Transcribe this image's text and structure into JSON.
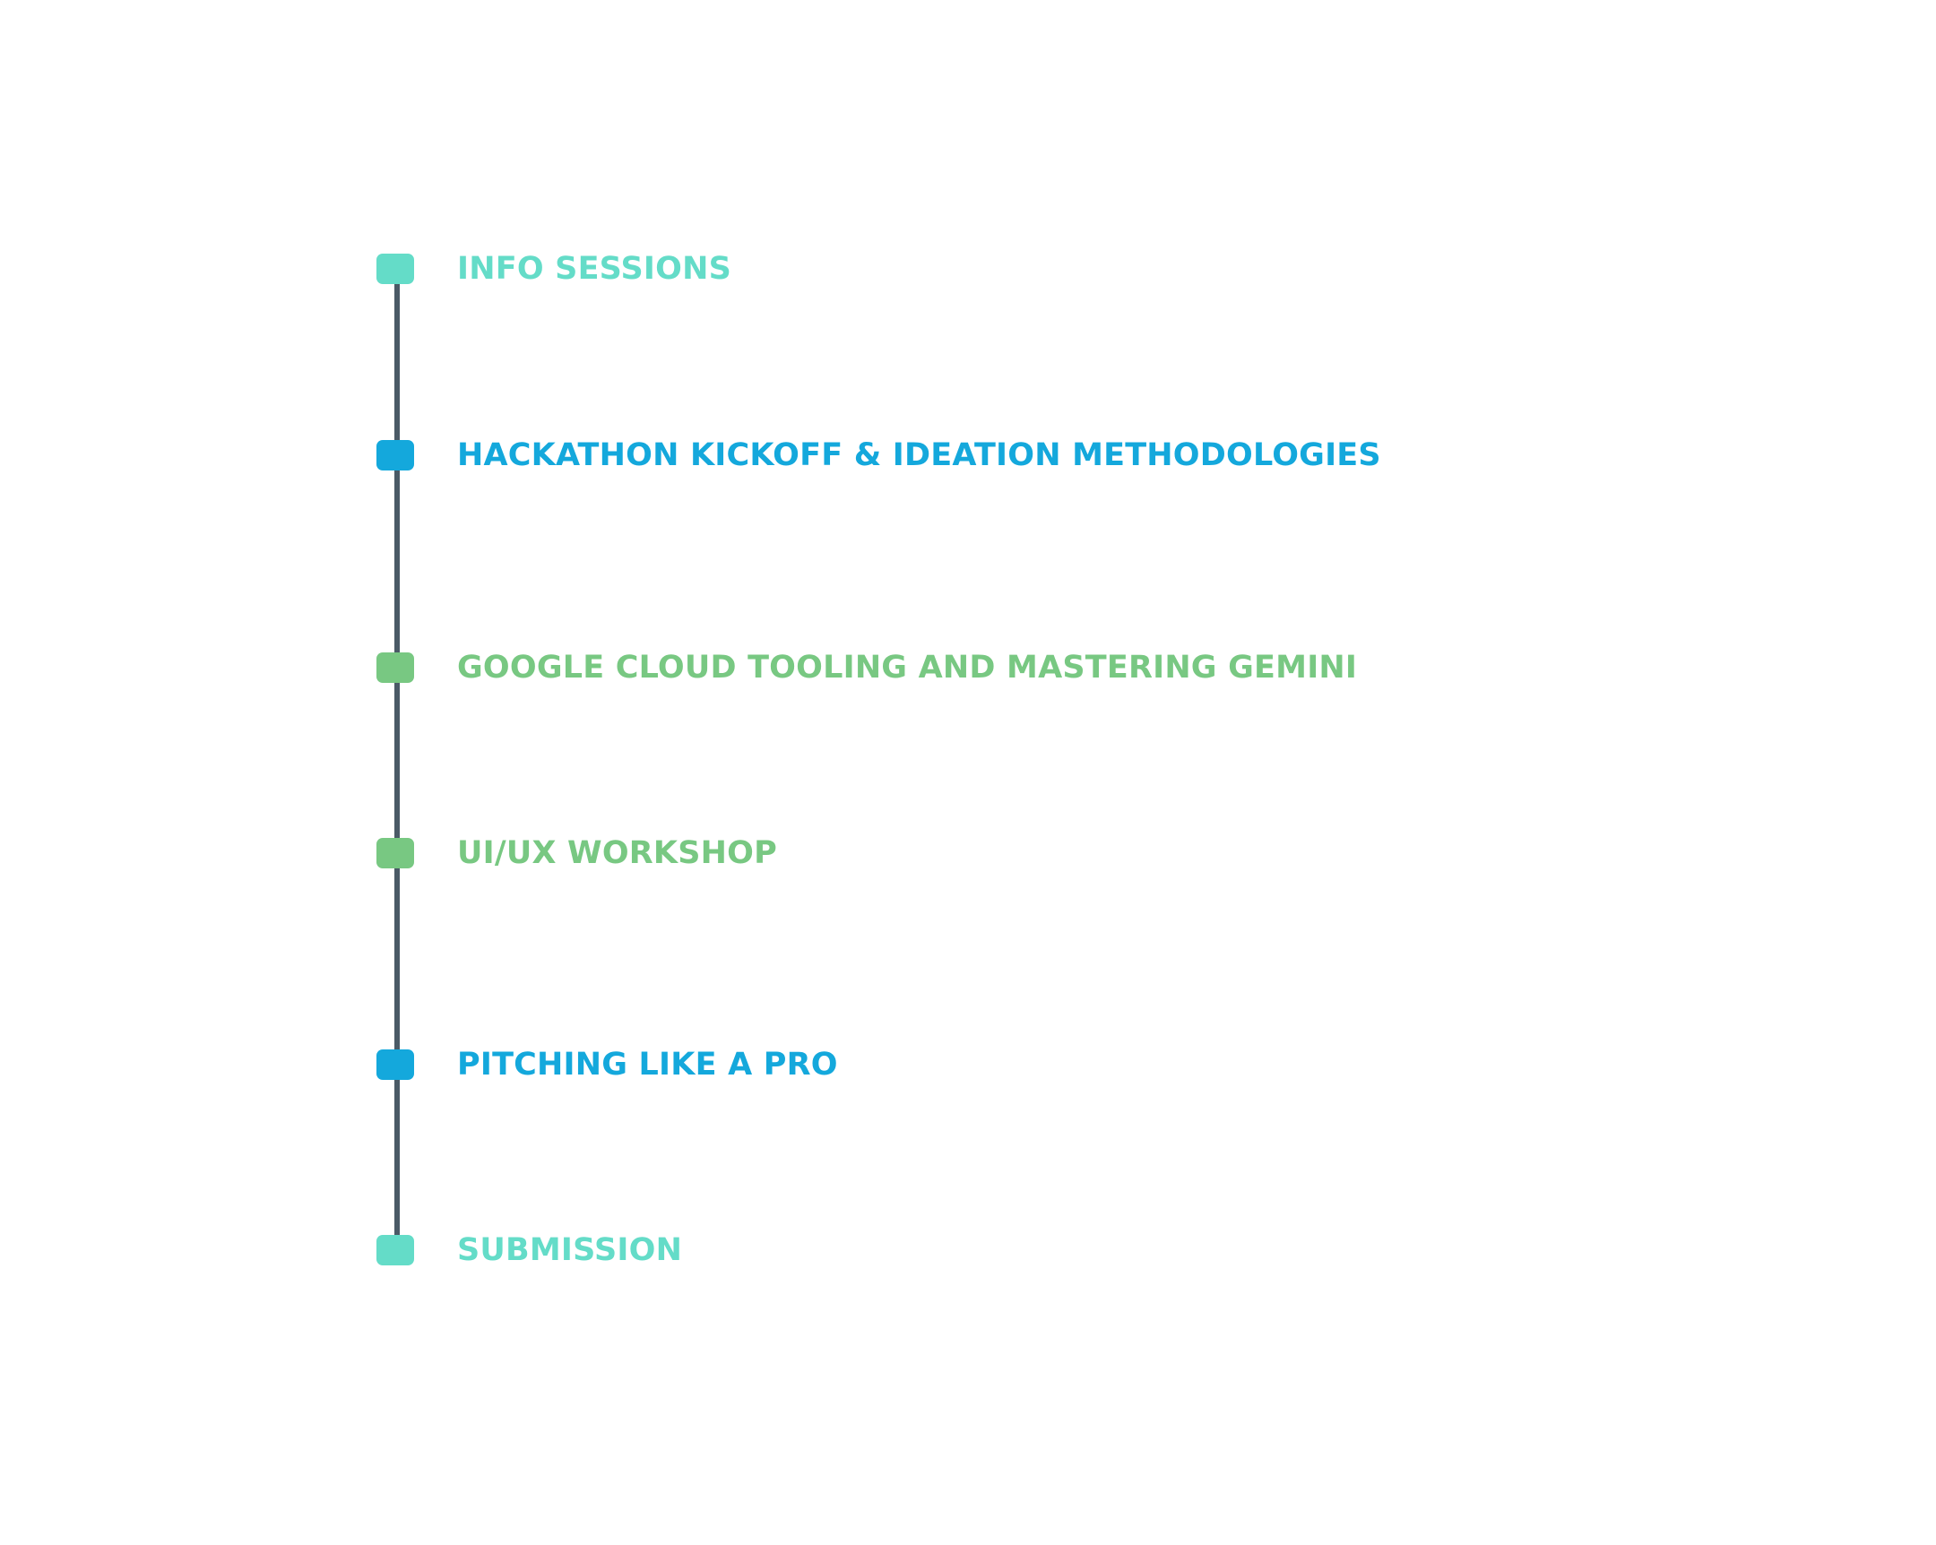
{
  "timeline": {
    "items": [
      {
        "label": "INFO SESSIONS",
        "color": "#64dcc8"
      },
      {
        "label": "HACKATHON KICKOFF & IDEATION METHODOLOGIES",
        "color": "#14a8dc"
      },
      {
        "label": "GOOGLE CLOUD TOOLING AND MASTERING GEMINI",
        "color": "#78c882"
      },
      {
        "label": "UI/UX WORKSHOP",
        "color": "#78c882"
      },
      {
        "label": "PITCHING LIKE A PRO",
        "color": "#14a8dc"
      },
      {
        "label": "SUBMISSION",
        "color": "#64dcc8"
      }
    ],
    "connector_color": "#4a5a66"
  }
}
